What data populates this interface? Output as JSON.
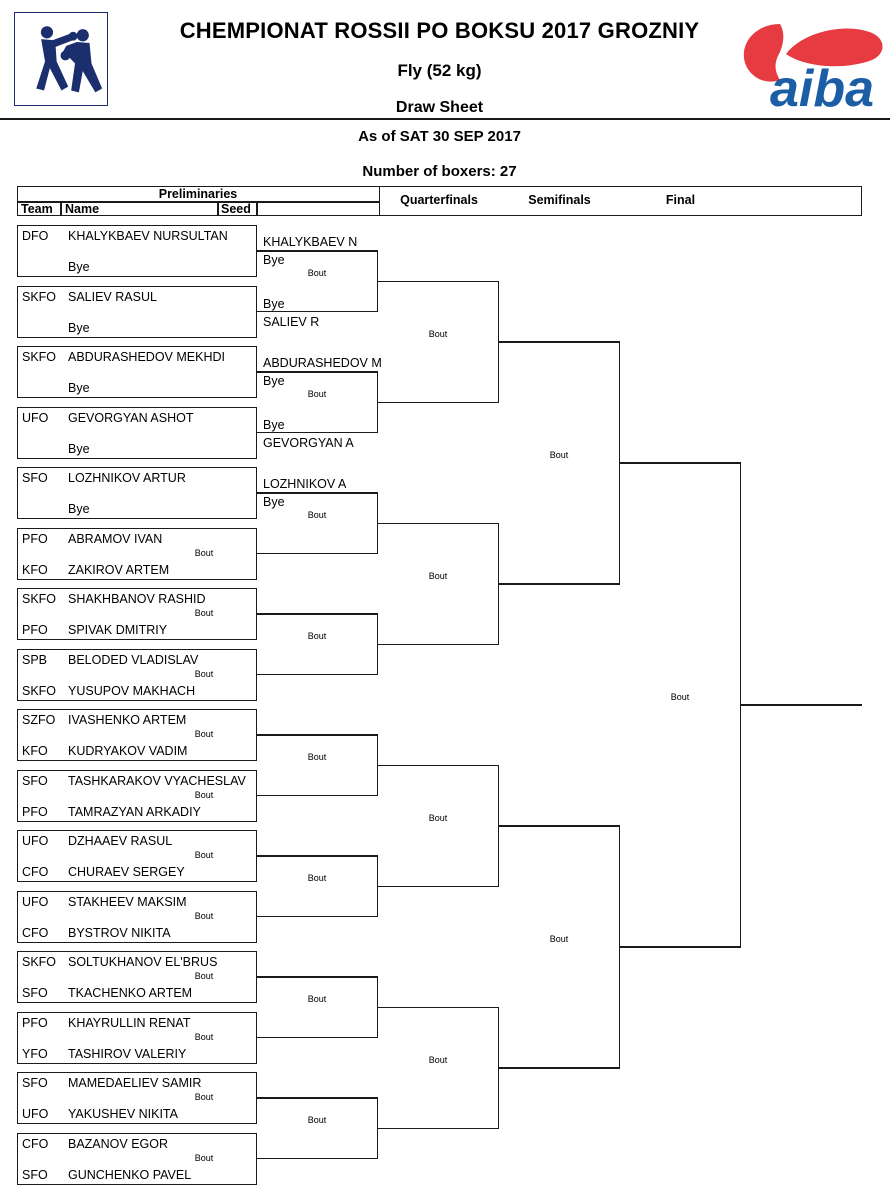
{
  "header": {
    "title": "CHEMPIONAT ROSSII PO BOKSU 2017 GROZNIY",
    "weight_class": "Fly (52 kg)",
    "sheet_type": "Draw Sheet",
    "as_of": "As of SAT 30 SEP 2017",
    "boxers_count": "Number of boxers: 27",
    "aiba_text": "aiba"
  },
  "colors": {
    "aiba_red": "#e63b40",
    "aiba_blue": "#1b5ea6",
    "logo_navy": "#1b2f6e",
    "line": "#1a1a1a"
  },
  "table_header": {
    "preliminaries": "Preliminaries",
    "team": "Team",
    "name": "Name",
    "seed": "Seed",
    "quarterfinals": "Quarterfinals",
    "semifinals": "Semifinals",
    "final": "Final"
  },
  "labels": {
    "bye": "Bye",
    "bout": "Bout"
  },
  "preliminaries": [
    {
      "team": "DFO",
      "name": "KHALYKBAEV NURSULTAN",
      "opponent_team": "",
      "opponent_name": ""
    },
    {
      "team": "SKFO",
      "name": "SALIEV RASUL",
      "opponent_team": "",
      "opponent_name": ""
    },
    {
      "team": "SKFO",
      "name": "ABDURASHEDOV MEKHDI",
      "opponent_team": "",
      "opponent_name": ""
    },
    {
      "team": "UFO",
      "name": "GEVORGYAN ASHOT",
      "opponent_team": "",
      "opponent_name": ""
    },
    {
      "team": "SFO",
      "name": "LOZHNIKOV ARTUR",
      "opponent_team": "",
      "opponent_name": ""
    },
    {
      "team": "PFO",
      "name": "ABRAMOV IVAN",
      "opponent_team": "KFO",
      "opponent_name": "ZAKIROV ARTEM"
    },
    {
      "team": "SKFO",
      "name": "SHAKHBANOV RASHID",
      "opponent_team": "PFO",
      "opponent_name": "SPIVAK DMITRIY"
    },
    {
      "team": "SPB",
      "name": "BELODED VLADISLAV",
      "opponent_team": "SKFO",
      "opponent_name": "YUSUPOV MAKHACH"
    },
    {
      "team": "SZFO",
      "name": "IVASHENKO ARTEM",
      "opponent_team": "KFO",
      "opponent_name": "KUDRYAKOV VADIM"
    },
    {
      "team": "SFO",
      "name": "TASHKARAKOV VYACHESLAV",
      "opponent_team": "PFO",
      "opponent_name": "TAMRAZYAN ARKADIY"
    },
    {
      "team": "UFO",
      "name": "DZHAAEV RASUL",
      "opponent_team": "CFO",
      "opponent_name": "CHURAEV SERGEY"
    },
    {
      "team": "UFO",
      "name": "STAKHEEV MAKSIM",
      "opponent_team": "CFO",
      "opponent_name": "BYSTROV NIKITA"
    },
    {
      "team": "SKFO",
      "name": "SOLTUKHANOV EL'BRUS",
      "opponent_team": "SFO",
      "opponent_name": "TKACHENKO ARTEM"
    },
    {
      "team": "PFO",
      "name": "KHAYRULLIN RENAT",
      "opponent_team": "YFO",
      "opponent_name": "TASHIROV VALERIY"
    },
    {
      "team": "SFO",
      "name": "MAMEDAELIEV SAMIR",
      "opponent_team": "UFO",
      "opponent_name": "YAKUSHEV NIKITA"
    },
    {
      "team": "CFO",
      "name": "BAZANOV EGOR",
      "opponent_team": "SFO",
      "opponent_name": "GUNCHENKO PAVEL"
    }
  ],
  "round_of_16": [
    {
      "top_name": "KHALYKBAEV N",
      "top_note": "Bye",
      "bottom_note": "Bye",
      "bottom_name": "SALIEV R"
    },
    {
      "top_name": "ABDURASHEDOV M",
      "top_note": "Bye",
      "bottom_note": "Bye",
      "bottom_name": "GEVORGYAN A"
    },
    {
      "top_name": "LOZHNIKOV A",
      "top_note": "Bye",
      "bottom_note": "",
      "bottom_name": ""
    },
    {
      "top_name": "",
      "top_note": "",
      "bottom_note": "",
      "bottom_name": ""
    },
    {
      "top_name": "",
      "top_note": "",
      "bottom_note": "",
      "bottom_name": ""
    },
    {
      "top_name": "",
      "top_note": "",
      "bottom_note": "",
      "bottom_name": ""
    },
    {
      "top_name": "",
      "top_note": "",
      "bottom_note": "",
      "bottom_name": ""
    },
    {
      "top_name": "",
      "top_note": "",
      "bottom_note": "",
      "bottom_name": ""
    }
  ],
  "quarterfinals_count": 4,
  "semifinals_count": 2
}
